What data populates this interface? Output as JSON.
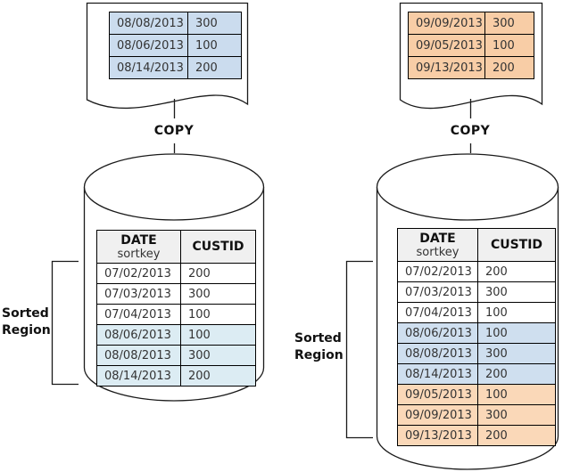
{
  "colors": {
    "file_blue": "#cbdcee",
    "file_orange": "#f8cda6",
    "merged_blue": "#dcecf3",
    "sorted_blue": "#cfdfef",
    "sorted_orange": "#fad8b8",
    "header_gray": "#f0f0f0",
    "outline": "#1a1a1a",
    "text": "#333333"
  },
  "left": {
    "copy_label": "COPY",
    "sorted_region": {
      "line1": "Sorted",
      "line2": "Region"
    },
    "file": {
      "rows": [
        {
          "date": "08/08/2013",
          "custid": "300",
          "highlight": "file_blue"
        },
        {
          "date": "08/06/2013",
          "custid": "100",
          "highlight": "file_blue"
        },
        {
          "date": "08/14/2013",
          "custid": "200",
          "highlight": "file_blue"
        }
      ]
    },
    "db": {
      "header": {
        "col1": "DATE",
        "col1_sub": "sortkey",
        "col2": "CUSTID"
      },
      "rows": [
        {
          "date": "07/02/2013",
          "custid": "200",
          "highlight": "none"
        },
        {
          "date": "07/03/2013",
          "custid": "300",
          "highlight": "none"
        },
        {
          "date": "07/04/2013",
          "custid": "100",
          "highlight": "none"
        },
        {
          "date": "08/06/2013",
          "custid": "100",
          "highlight": "merged_blue"
        },
        {
          "date": "08/08/2013",
          "custid": "300",
          "highlight": "merged_blue"
        },
        {
          "date": "08/14/2013",
          "custid": "200",
          "highlight": "merged_blue"
        }
      ]
    }
  },
  "right": {
    "copy_label": "COPY",
    "sorted_region": {
      "line1": "Sorted",
      "line2": "Region"
    },
    "file": {
      "rows": [
        {
          "date": "09/09/2013",
          "custid": "300",
          "highlight": "file_orange"
        },
        {
          "date": "09/05/2013",
          "custid": "100",
          "highlight": "file_orange"
        },
        {
          "date": "09/13/2013",
          "custid": "200",
          "highlight": "file_orange"
        }
      ]
    },
    "db": {
      "header": {
        "col1": "DATE",
        "col1_sub": "sortkey",
        "col2": "CUSTID"
      },
      "rows": [
        {
          "date": "07/02/2013",
          "custid": "200",
          "highlight": "none"
        },
        {
          "date": "07/03/2013",
          "custid": "300",
          "highlight": "none"
        },
        {
          "date": "07/04/2013",
          "custid": "100",
          "highlight": "none"
        },
        {
          "date": "08/06/2013",
          "custid": "100",
          "highlight": "sorted_blue"
        },
        {
          "date": "08/08/2013",
          "custid": "300",
          "highlight": "sorted_blue"
        },
        {
          "date": "08/14/2013",
          "custid": "200",
          "highlight": "sorted_blue"
        },
        {
          "date": "09/05/2013",
          "custid": "100",
          "highlight": "sorted_orange"
        },
        {
          "date": "09/09/2013",
          "custid": "300",
          "highlight": "sorted_orange"
        },
        {
          "date": "09/13/2013",
          "custid": "200",
          "highlight": "sorted_orange"
        }
      ]
    }
  }
}
